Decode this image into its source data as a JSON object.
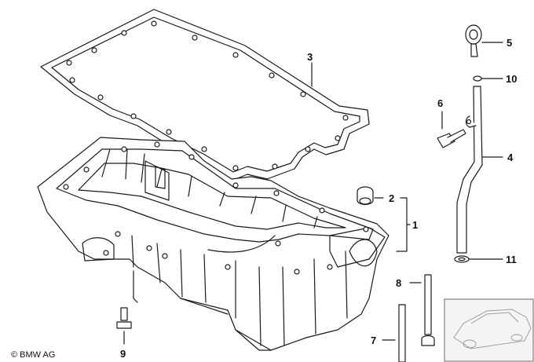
{
  "diagram": {
    "callouts": [
      {
        "id": "1",
        "text": "1"
      },
      {
        "id": "2",
        "text": "2"
      },
      {
        "id": "3",
        "text": "3"
      },
      {
        "id": "4",
        "text": "4"
      },
      {
        "id": "5",
        "text": "5"
      },
      {
        "id": "6",
        "text": "6"
      },
      {
        "id": "7",
        "text": "7"
      },
      {
        "id": "8",
        "text": "8"
      },
      {
        "id": "9",
        "text": "9"
      },
      {
        "id": "10",
        "text": "10"
      },
      {
        "id": "11",
        "text": "11"
      }
    ],
    "copyright": "© BMW AG",
    "colors": {
      "line": "#1a1a1a",
      "fill": "#ffffff",
      "thumb": "#f4f4f4"
    }
  }
}
